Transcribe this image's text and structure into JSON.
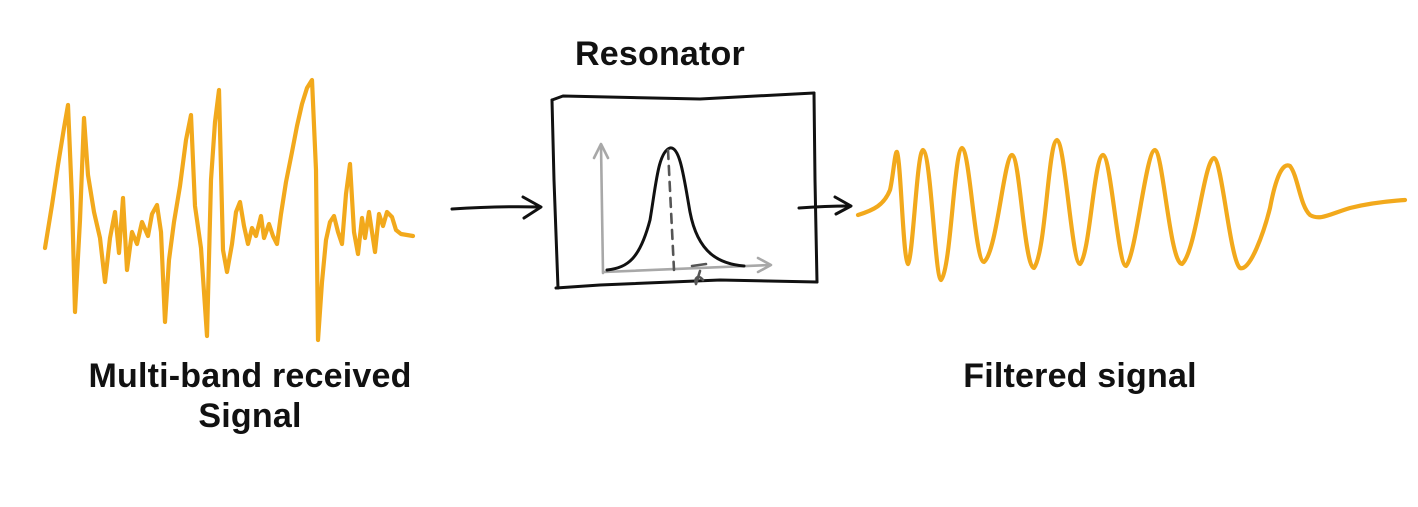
{
  "diagram": {
    "title": "Resonator",
    "input_label": [
      "Multi-band received",
      "Signal"
    ],
    "output_label": "Filtered signal",
    "axis_symbol": "f"
  },
  "colors": {
    "signal": "#F2A91C",
    "ink": "#111111",
    "axis": "#A8A8A8",
    "center_line": "#555555"
  },
  "icons": {
    "input_arrow": "right-arrow-icon",
    "output_arrow": "right-arrow-icon"
  }
}
